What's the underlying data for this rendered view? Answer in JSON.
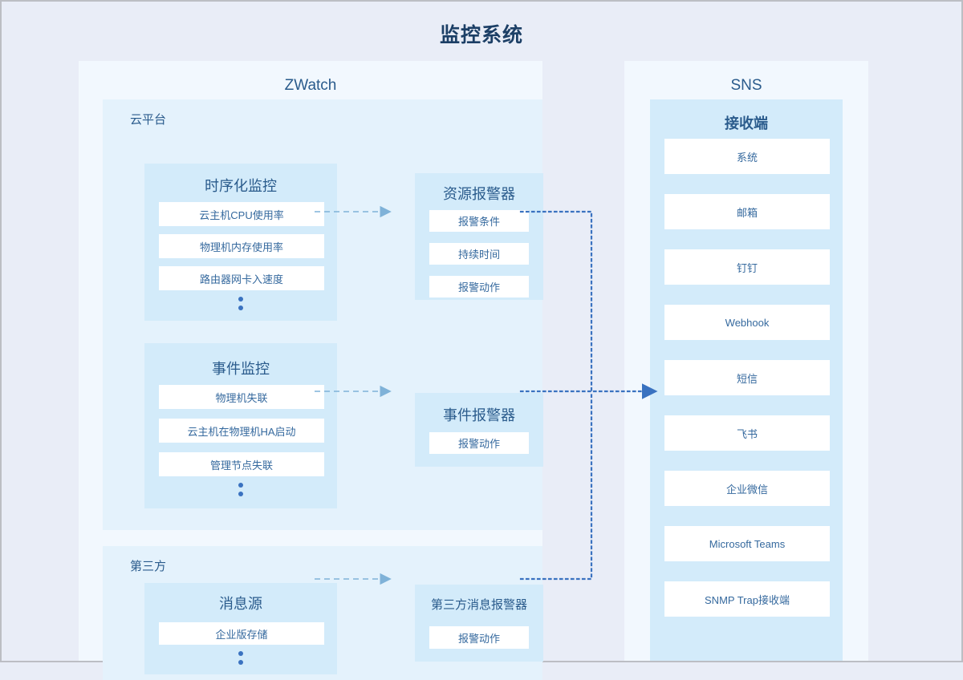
{
  "title": "监控系统",
  "colors": {
    "page_bg": "#e9edf7",
    "panel_bg": "#f2f8fe",
    "group_bg": "#e4f2fc",
    "card_bg": "#d3ebfa",
    "item_bg": "#ffffff",
    "title_text": "#1c3f66",
    "label_text": "#2a5b8c",
    "item_text": "#35699e",
    "dashed_arrow": "#7fb2d8",
    "dotted_arrow": "#3a72c0"
  },
  "zwatch": {
    "title": "ZWatch",
    "cloud_group": {
      "label": "云平台",
      "timeseries": {
        "title": "时序化监控",
        "items": [
          "云主机CPU使用率",
          "物理机内存使用率",
          "路由器网卡入速度"
        ],
        "ellipsis": true
      },
      "event": {
        "title": "事件监控",
        "items": [
          "物理机失联",
          "云主机在物理机HA启动",
          "管理节点失联"
        ],
        "ellipsis": true
      },
      "resource_alarm": {
        "title": "资源报警器",
        "items": [
          "报警条件",
          "持续时间",
          "报警动作"
        ]
      },
      "event_alarm": {
        "title": "事件报警器",
        "items": [
          "报警动作"
        ]
      }
    },
    "third_group": {
      "label": "第三方",
      "source": {
        "title": "消息源",
        "items": [
          "企业版存储"
        ],
        "ellipsis": true
      },
      "third_alarm": {
        "title": "第三方消息报警器",
        "items": [
          "报警动作"
        ]
      }
    }
  },
  "sns": {
    "title": "SNS",
    "receiver": {
      "title": "接收端",
      "items": [
        "系统",
        "邮箱",
        "钉钉",
        "Webhook",
        "短信",
        "飞书",
        "企业微信",
        "Microsoft Teams",
        "SNMP Trap接收端"
      ]
    }
  },
  "connectors": [
    {
      "from": "时序化监控",
      "to": "资源报警器",
      "style": "dashed"
    },
    {
      "from": "事件监控",
      "to": "事件报警器",
      "style": "dashed"
    },
    {
      "from": "消息源",
      "to": "第三方消息报警器",
      "style": "dashed"
    },
    {
      "from": "资源报警器",
      "to": "接收端",
      "style": "dotted"
    },
    {
      "from": "事件报警器",
      "to": "接收端",
      "style": "dotted"
    },
    {
      "from": "第三方消息报警器",
      "to": "接收端",
      "style": "dotted"
    }
  ]
}
